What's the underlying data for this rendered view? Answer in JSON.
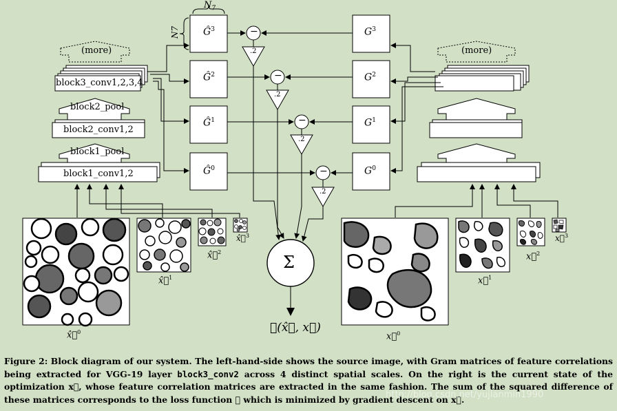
{
  "figure": {
    "left_stack": {
      "more": "(more)",
      "block3": "block3_conv1,2,3,4",
      "block2_pool": "block2_pool",
      "block2": "block2_conv1,2",
      "block1_pool": "block1_pool",
      "block1": "block1_conv1,2"
    },
    "right_stack": {
      "more": "(more)"
    },
    "n7_top": "N",
    "n7_top_sub": "7",
    "n7_side": "N7",
    "gram_hat": [
      {
        "base": "Ĝ",
        "sup": "3"
      },
      {
        "base": "Ĝ",
        "sup": "2"
      },
      {
        "base": "Ĝ",
        "sup": "1"
      },
      {
        "base": "Ĝ",
        "sup": "0"
      }
    ],
    "gram": [
      {
        "base": "G",
        "sup": "3"
      },
      {
        "base": "G",
        "sup": "2"
      },
      {
        "base": "G",
        "sup": "1"
      },
      {
        "base": "G",
        "sup": "0"
      }
    ],
    "minus": "−",
    "square": ".2",
    "sum": "Σ",
    "loss": "ℒ(x̂⃗, x⃗)",
    "src_images": [
      {
        "base": "x̂⃗",
        "sup": "0"
      },
      {
        "base": "x̂⃗",
        "sup": "1"
      },
      {
        "base": "x̂⃗",
        "sup": "2"
      },
      {
        "base": "x̂⃗",
        "sup": "3"
      }
    ],
    "opt_images": [
      {
        "base": "x⃗",
        "sup": "0"
      },
      {
        "base": "x⃗",
        "sup": "1"
      },
      {
        "base": "x⃗",
        "sup": "2"
      },
      {
        "base": "x⃗",
        "sup": "3"
      }
    ]
  },
  "caption": {
    "part1": "Figure 2: Block diagram of our system. The left-hand-side shows the source image, with Gram matrices of feature correlations being extracted for VGG-19 layer ",
    "code": "block3_conv2",
    "part2": " across 4 distinct spatial scales. On the right is the current state of the optimization x⃗, whose feature correlation matrices are extracted in the same fashion. The sum of the squared difference of these matrices corresponds to the loss function ℒ which is minimized by gradient descent on x⃗."
  },
  "watermark": "http://blog.csdn.net/yujianmin1990"
}
